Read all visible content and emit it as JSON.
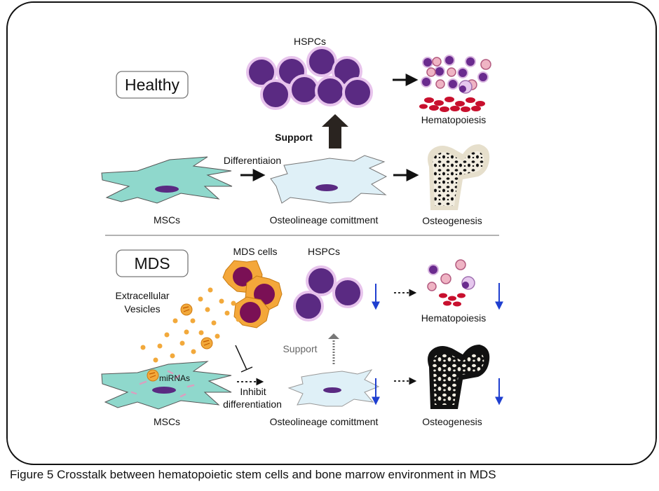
{
  "healthy": {
    "badge": "Healthy",
    "hspcs_label": "HSPCs",
    "support_label": "Support",
    "differentiation_label": "Differentiaion",
    "mscs_label": "MSCs",
    "osteolineage_label": "Osteolineage comittment",
    "osteogenesis_label": "Osteogenesis",
    "hematopoiesis_label": "Hematopoiesis"
  },
  "mds": {
    "badge": "MDS",
    "mds_cells_label": "MDS cells",
    "hspcs_label": "HSPCs",
    "ev_label_line1": "Extracellular",
    "ev_label_line2": "Vesicles",
    "mirnas_label": "miRNAs",
    "inhibit_line1": "Inhibit",
    "inhibit_line2": "differentiation",
    "support_label": "Support",
    "mscs_label": "MSCs",
    "osteolineage_label": "Osteolineage comittment",
    "osteogenesis_label": "Osteogenesis",
    "hematopoiesis_label": "Hematopoiesis"
  },
  "caption": "Figure 5 Crosstalk between hematopoietic stem cells and bone marrow environment in MDS",
  "colors": {
    "msc_fill": "#8fd8cc",
    "osteo_fill": "#dff0f7",
    "hspc_fill": "#5a2a82",
    "hspc_ring": "#e7c3ec",
    "mds_cell_fill": "#f4a73a",
    "mds_nucleus": "#7a1055",
    "vesicle": "#f2a93b",
    "rbc": "#c8102e",
    "bone": "#e6dfcc",
    "decrease_arrow": "#1f3fd0"
  }
}
